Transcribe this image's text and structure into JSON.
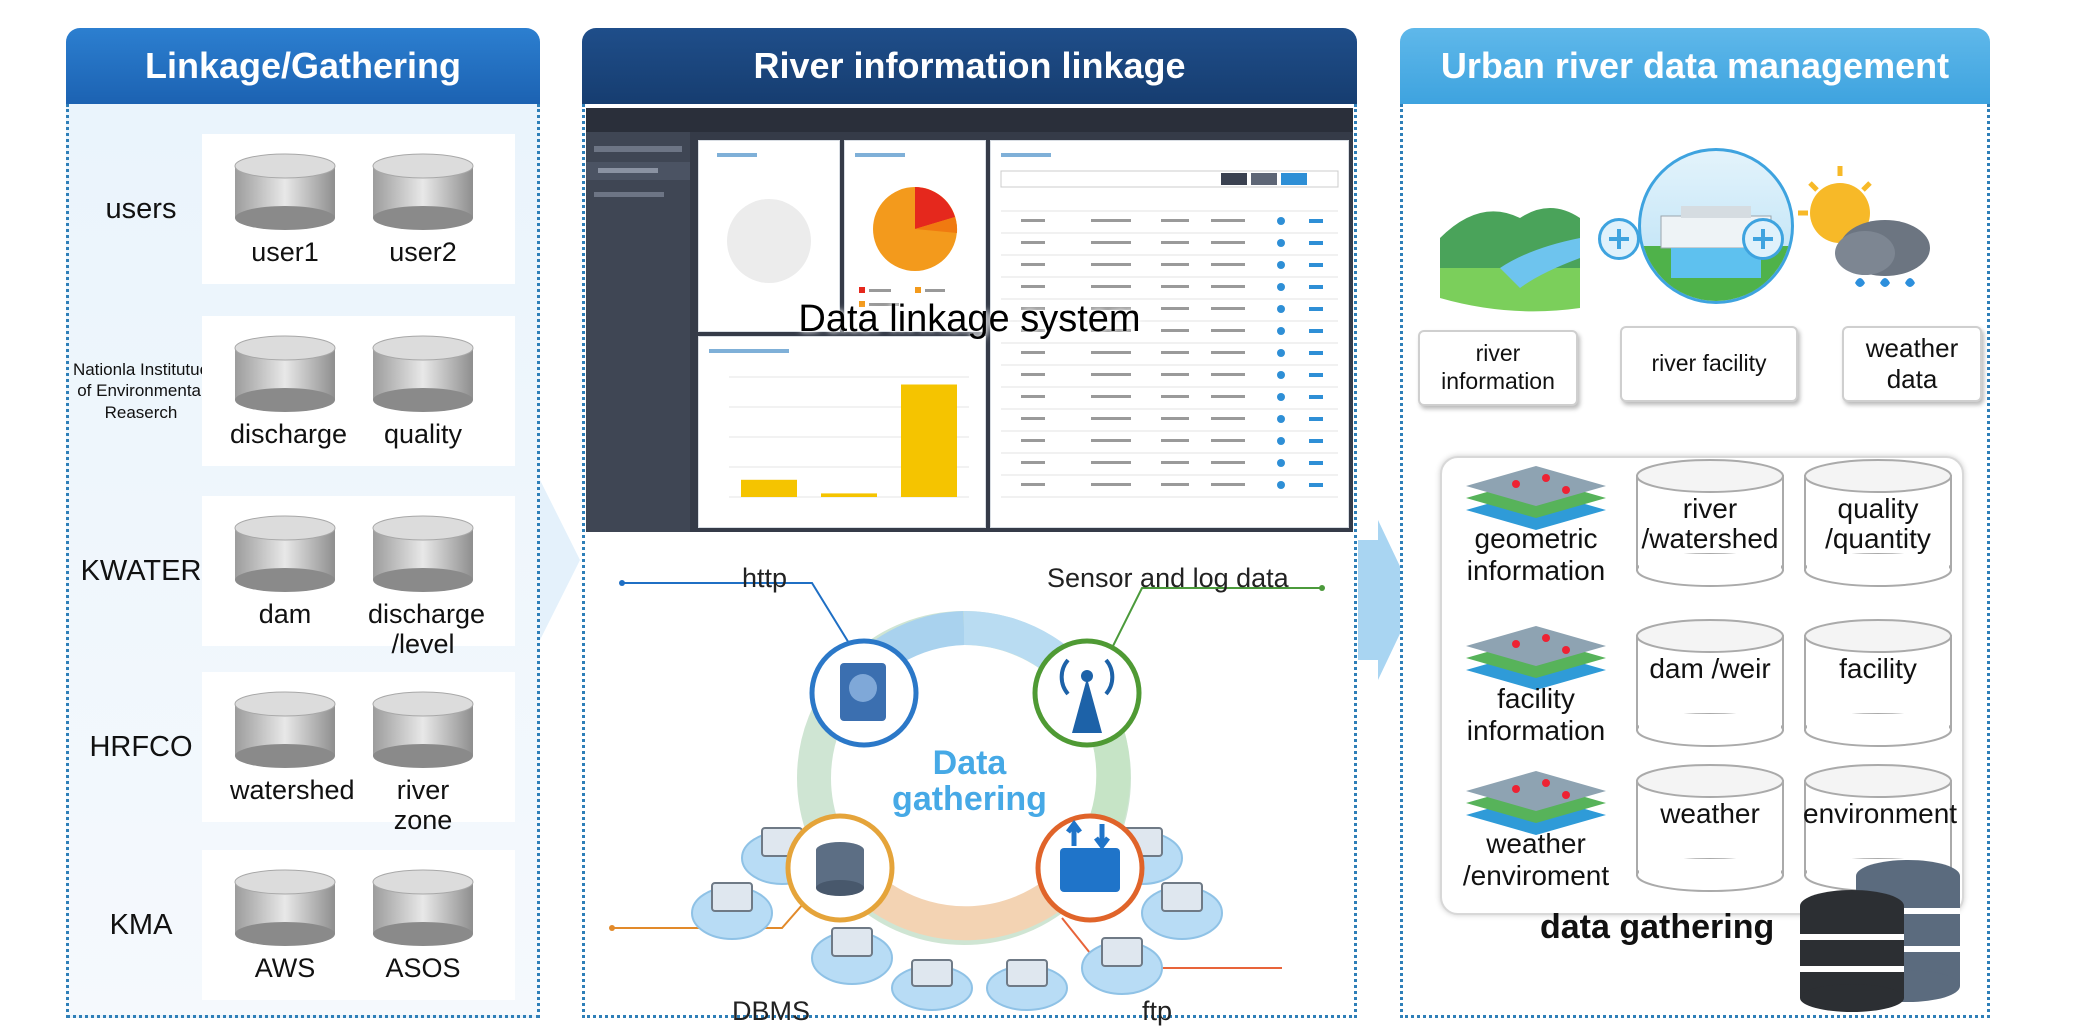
{
  "panel_left": {
    "title": "Linkage/Gathering",
    "sources": [
      {
        "name": "users",
        "dbs": [
          "user1",
          "user2"
        ]
      },
      {
        "name": "Nationla Institutue of Environmental Reaserch",
        "dbs": [
          "discharge",
          "quality"
        ]
      },
      {
        "name": "KWATER",
        "dbs": [
          "dam",
          "discharge /level"
        ]
      },
      {
        "name": "HRFCO",
        "dbs": [
          "watershed",
          "river zone"
        ]
      },
      {
        "name": "KMA",
        "dbs": [
          "AWS",
          "ASOS"
        ]
      }
    ]
  },
  "panel_middle": {
    "title": "River information linkage",
    "overlay_label": "Data linkage system",
    "center_label_1": "Data",
    "center_label_2": "gathering",
    "labels": {
      "http": "http",
      "sensor": "Sensor and log data",
      "dbms": "DBMS",
      "ftp": "ftp"
    },
    "chart_data": {
      "type": "bar",
      "categories": [
        "",
        "",
        ""
      ],
      "values": [
        11472,
        2400,
        75000
      ],
      "ylim": [
        0,
        80000
      ],
      "color": "#f5c400"
    }
  },
  "panel_right": {
    "title": "Urban river data management",
    "inputs": [
      {
        "name": "river information"
      },
      {
        "name": "river facility"
      },
      {
        "name": "weather data"
      }
    ],
    "groups": [
      {
        "label": "geometric information",
        "dbs": [
          "river /watershed",
          "quality /quantity"
        ]
      },
      {
        "label": "facility information",
        "dbs": [
          "dam /weir",
          "facility"
        ]
      },
      {
        "label": "weather /enviroment",
        "dbs": [
          "weather",
          "environment"
        ]
      }
    ],
    "footer": "data gathering"
  },
  "colors": {
    "accent_blue": "#1c62b2",
    "dark_blue": "#163d70",
    "light_blue": "#3ea3df",
    "bar_yellow": "#f5c400"
  }
}
